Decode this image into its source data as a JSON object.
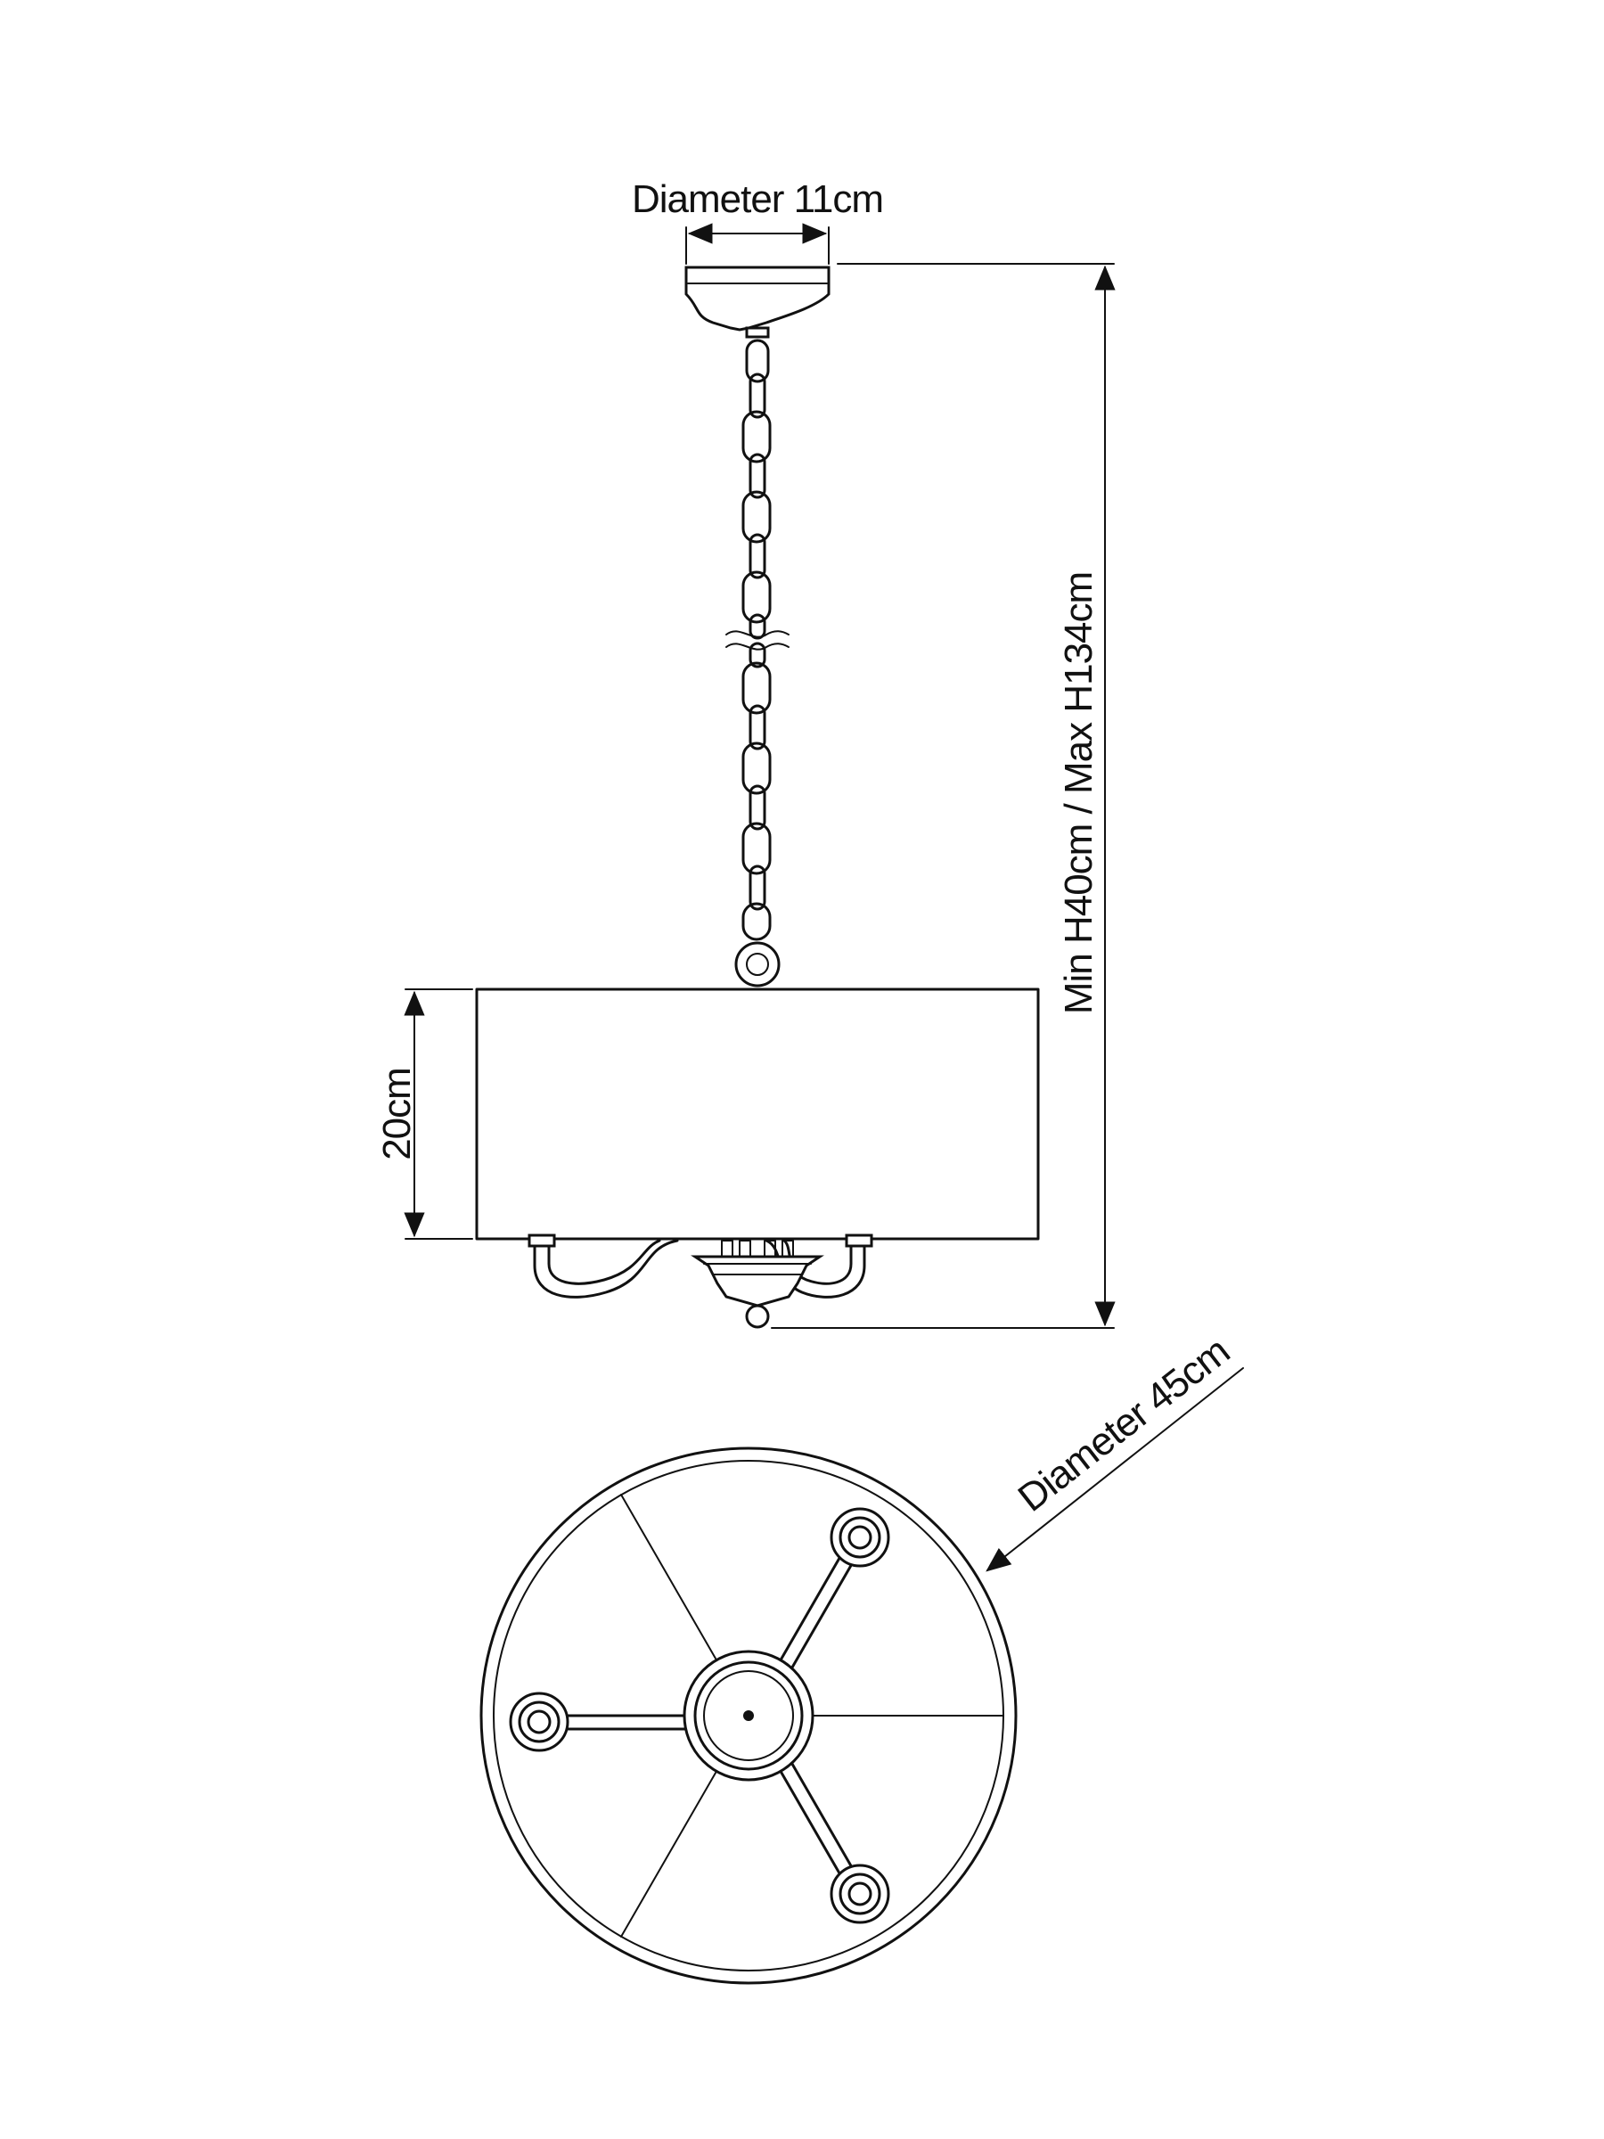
{
  "dimensions": {
    "canopy_diameter": "Diameter 11cm",
    "total_height": "Min H40cm / Max H134cm",
    "shade_height": "20cm",
    "shade_diameter": "Diameter 45cm"
  },
  "colors": {
    "line": "#111111",
    "background": "#ffffff"
  }
}
